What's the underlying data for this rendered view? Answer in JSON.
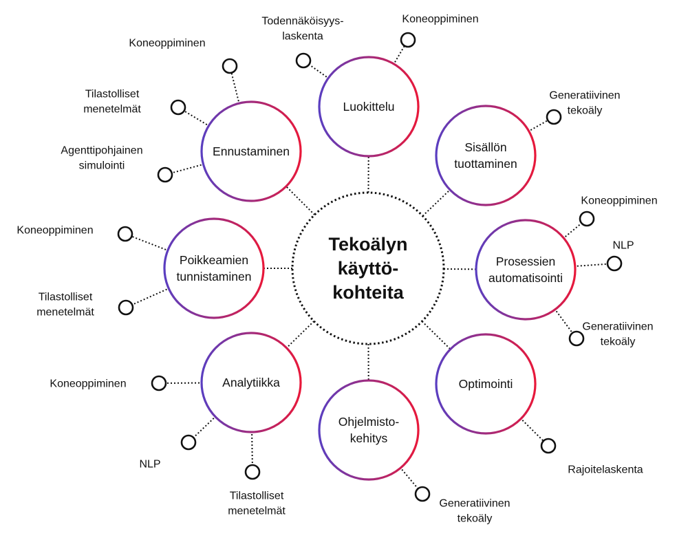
{
  "center": {
    "lines": [
      "Tekoälyn",
      "käyttö-",
      "kohteita"
    ]
  },
  "colors": {
    "gradient_start": "#5a3ec0",
    "gradient_end": "#e8183a",
    "ink": "#111111"
  },
  "topics": [
    {
      "id": "luokittelu",
      "lines": [
        "Luokittelu"
      ],
      "leaves": [
        {
          "lines": [
            "Todennäköisyys-",
            "laskenta"
          ]
        },
        {
          "lines": [
            "Koneoppiminen"
          ]
        }
      ]
    },
    {
      "id": "sisallon-tuottaminen",
      "lines": [
        "Sisällön",
        "tuottaminen"
      ],
      "leaves": [
        {
          "lines": [
            "Generatiivinen",
            "tekoäly"
          ]
        }
      ]
    },
    {
      "id": "prosessien-automatisointi",
      "lines": [
        "Prosessien",
        "automatisointi"
      ],
      "leaves": [
        {
          "lines": [
            "Koneoppiminen"
          ]
        },
        {
          "lines": [
            "NLP"
          ]
        },
        {
          "lines": [
            "Generatiivinen",
            "tekoäly"
          ]
        }
      ]
    },
    {
      "id": "optimointi",
      "lines": [
        "Optimointi"
      ],
      "leaves": [
        {
          "lines": [
            "Rajoitelaskenta"
          ]
        }
      ]
    },
    {
      "id": "ohjelmistokehitys",
      "lines": [
        "Ohjelmisto-",
        "kehitys"
      ],
      "leaves": [
        {
          "lines": [
            "Generatiivinen",
            "tekoäly"
          ]
        }
      ]
    },
    {
      "id": "analytiikka",
      "lines": [
        "Analytiikka"
      ],
      "leaves": [
        {
          "lines": [
            "Koneoppiminen"
          ]
        },
        {
          "lines": [
            "NLP"
          ]
        },
        {
          "lines": [
            "Tilastolliset",
            "menetelmät"
          ]
        }
      ]
    },
    {
      "id": "poikkeamien-tunnistaminen",
      "lines": [
        "Poikkeamien",
        "tunnistaminen"
      ],
      "leaves": [
        {
          "lines": [
            "Koneoppiminen"
          ]
        },
        {
          "lines": [
            "Tilastolliset",
            "menetelmät"
          ]
        }
      ]
    },
    {
      "id": "ennustaminen",
      "lines": [
        "Ennustaminen"
      ],
      "leaves": [
        {
          "lines": [
            "Koneoppiminen"
          ]
        },
        {
          "lines": [
            "Tilastolliset",
            "menetelmät"
          ]
        },
        {
          "lines": [
            "Agenttipohjainen",
            "simulointi"
          ]
        }
      ]
    }
  ]
}
